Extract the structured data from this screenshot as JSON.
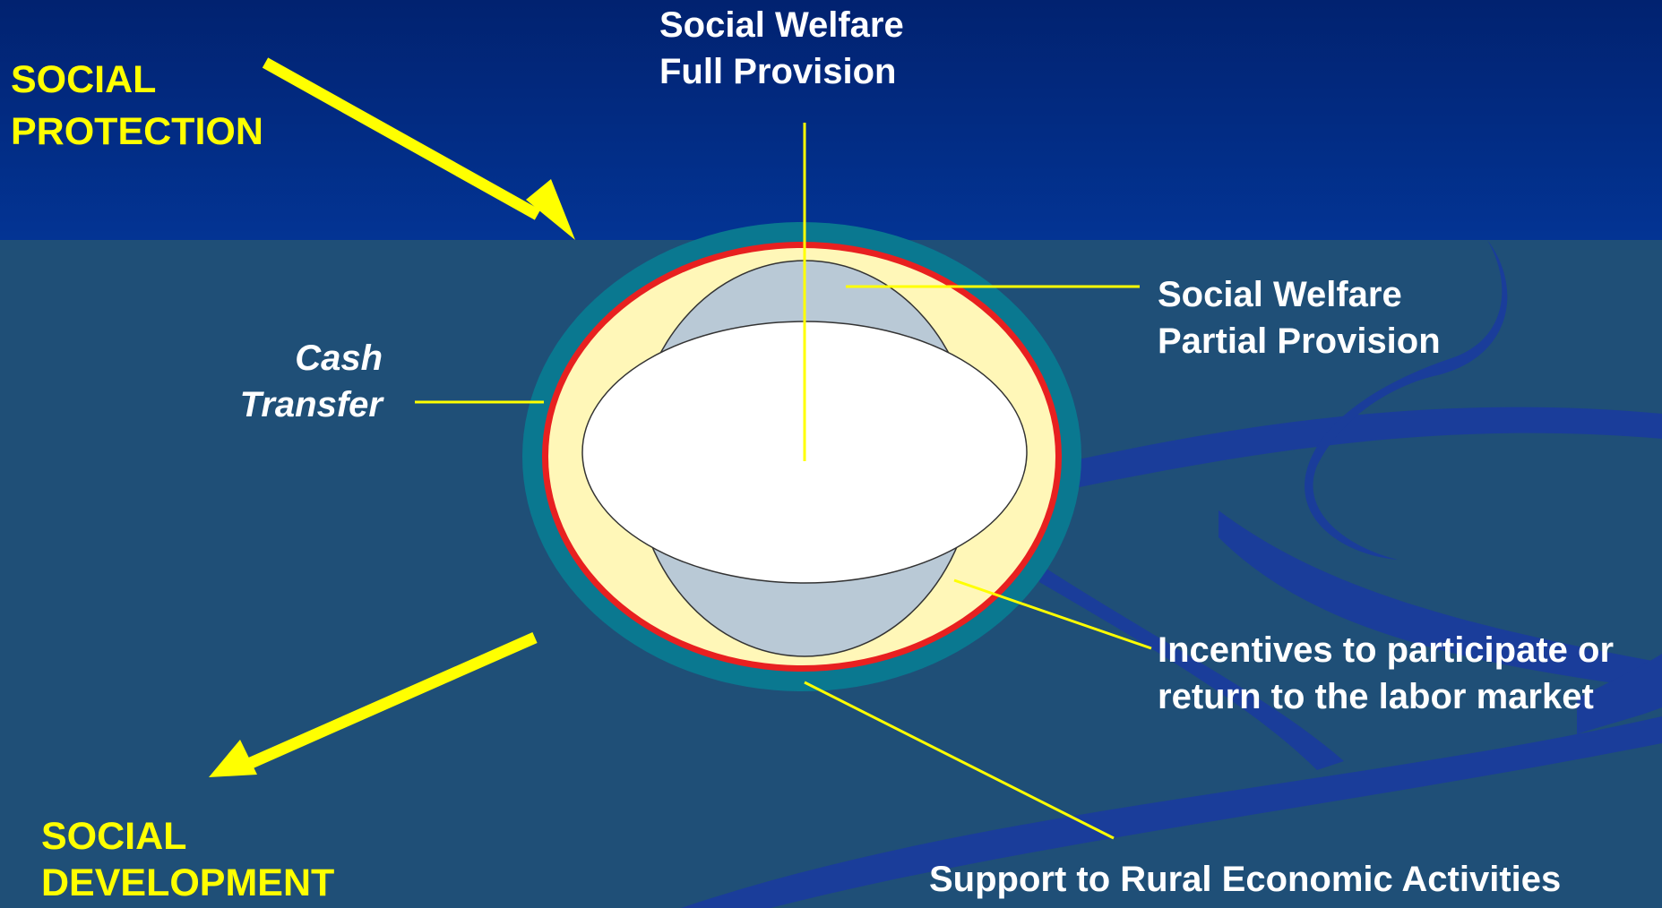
{
  "labels": {
    "social_protection": [
      "SOCIAL",
      "PROTECTION"
    ],
    "social_development": [
      "SOCIAL",
      "DEVELOPMENT"
    ],
    "welfare_full": [
      "Social Welfare",
      "Full Provision"
    ],
    "welfare_partial": [
      "Social Welfare",
      "Partial Provision"
    ],
    "cash_transfer": [
      "Cash",
      "Transfer"
    ],
    "incentives": [
      "Incentives to participate or",
      "return to the labor market"
    ],
    "rural_support": [
      "Support to Rural Economic Activities"
    ]
  },
  "colors": {
    "top_band": "#03308a",
    "background": "#1f4f77",
    "accent_yellow": "#ffff00",
    "ring_teal": "#0a7890",
    "ring_red": "#e82020",
    "inner_cream": "#fff7b8",
    "inner_grey": "#b9c9d6",
    "center_white": "#ffffff",
    "swoosh": "#1a3d9a"
  }
}
